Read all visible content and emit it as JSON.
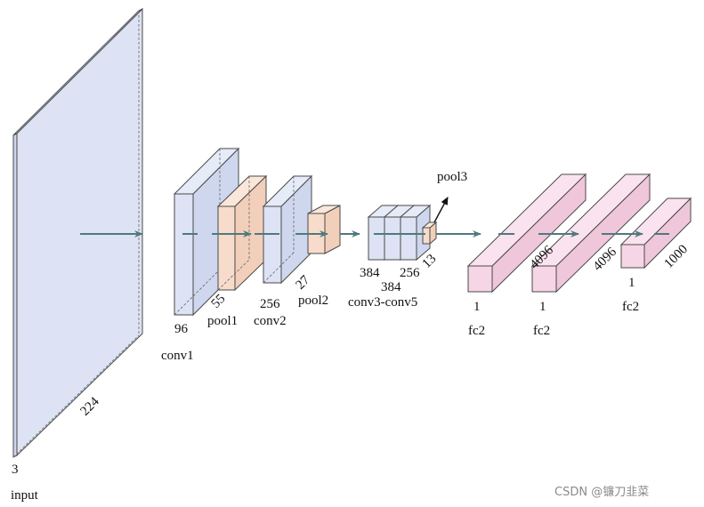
{
  "colors": {
    "blue_front": "#dde3f4",
    "blue_side": "#cfd7ef",
    "blue_top": "#e6ebf8",
    "orange_front": "#f7dccb",
    "orange_side": "#f2cfba",
    "orange_top": "#fae7da",
    "pink_front": "#f6d6e6",
    "pink_side": "#efc6da",
    "pink_top": "#fae3ee",
    "arrow": "#4e7a7d"
  },
  "labels": {
    "input_channels": "3",
    "input_name": "input",
    "input_size": "224",
    "conv1_channels": "96",
    "conv1_name": "conv1",
    "pool1_size": "55",
    "pool1_name": "pool1",
    "conv2_channels": "256",
    "conv2_name": "conv2",
    "pool2_size": "27",
    "pool2_name": "pool2",
    "conv3_channels": "384",
    "conv4_channels": "384",
    "conv5_channels": "256",
    "conv_group_name": "conv3-conv5",
    "pool3_size": "13",
    "pool3_name": "pool3",
    "fc1_width": "1",
    "fc1_length": "4096",
    "fc1_name": "fc2",
    "fc2_width": "1",
    "fc2_length": "4096",
    "fc2_name": "fc2",
    "fc3_width": "1",
    "fc3_length": "1000",
    "fc3_name": "fc2"
  },
  "watermark": "CSDN @镰刀韭菜"
}
